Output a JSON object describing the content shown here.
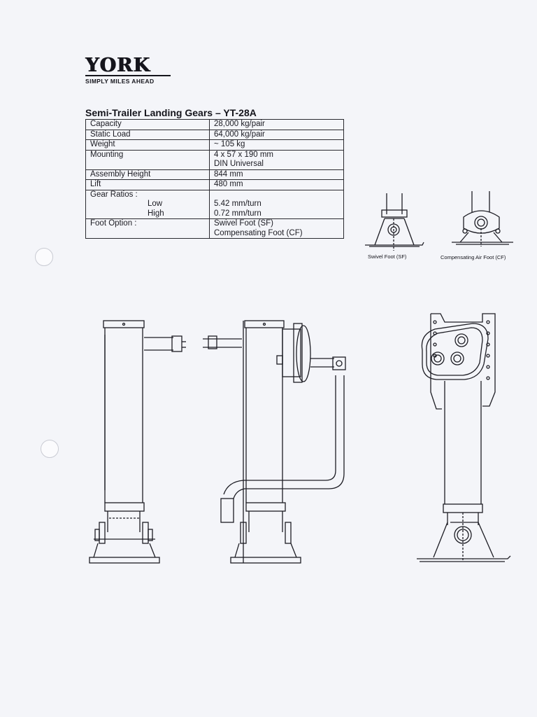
{
  "logo": {
    "word": "YORK",
    "tagline": "SIMPLY MILES AHEAD"
  },
  "spec": {
    "title": "Semi-Trailer Landing Gears – YT-28A",
    "capacity_label": "Capacity",
    "capacity_value": "28,000 kg/pair",
    "static_label": "Static Load",
    "static_value": "64,000 kg/pair",
    "weight_label": "Weight",
    "weight_value": "~ 105 kg",
    "mounting_label": "Mounting",
    "mounting_value_1": "4 x 57 x 190 mm",
    "mounting_value_2": "DIN Universal",
    "height_label": "Assembly Height",
    "height_value": "844 mm",
    "lift_label": "Lift",
    "lift_value": "480 mm",
    "gear_label": "Gear Ratios :",
    "low_label": "Low",
    "low_value": "5.42 mm/turn",
    "high_label": "High",
    "high_value": "0.72 mm/turn",
    "foot_label": "Foot Option :",
    "foot_value_1": "Swivel Foot (SF)",
    "foot_value_2": "Compensating Foot (CF)"
  },
  "captions": {
    "swivel": "Swivel Foot (SF)",
    "compensating": "Compensating Air Foot (CF)"
  },
  "colors": {
    "ink": "#15151c",
    "paper": "#f4f5f9"
  }
}
